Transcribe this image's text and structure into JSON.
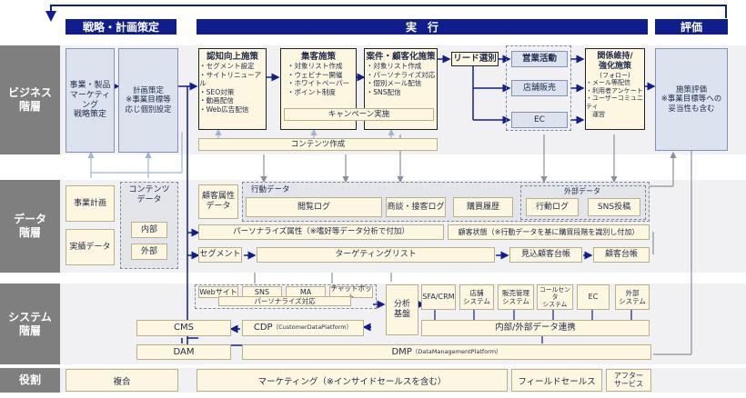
{
  "phases": {
    "strategy": "戦略・計画策定",
    "execution": "実　行",
    "evaluation": "評価"
  },
  "layers": {
    "business": "ビジネス\n階層",
    "data": "データ\n階層",
    "system": "システム\n階層",
    "role": "役割"
  },
  "business": {
    "strategy_box": "事業・製品\nマーケティング\n戦略策定",
    "plan_box": "計画策定\n※事業目標等\n応じ個別設定",
    "awareness": {
      "title": "認知向上施策",
      "items": [
        "・セグメント設定",
        "・サイトリニューアル",
        "・SEO対策",
        "・動画配信",
        "・Web広告配信"
      ]
    },
    "acquisition": {
      "title": "集客施策",
      "items": [
        "・対象リスト作成",
        "・ウェビナー開催",
        "・ホワイトペーパー",
        "・ポイント制度"
      ]
    },
    "individual": {
      "title": "案件・顧客化施策",
      "items": [
        "・対象リスト作成",
        "・パーソナライズ対応",
        "・個別メール配信",
        "・SNS配信"
      ]
    },
    "campaign": "キャンペーン実施",
    "lead": "リード選別",
    "sales_activity": "営業活動",
    "store_sales": "店舗販売",
    "ec": "EC",
    "retention": {
      "title": "関係維持/\n強化施策",
      "sub": "(フォロー)",
      "items": [
        "・メール等配信",
        "・利用者アンケート",
        "・ユーザーコミュニティ\n　運営"
      ]
    },
    "evaluation_box": "施策評価\n※事業目標等への\n妥当性も含む",
    "content_creation": "コンテンツ作成"
  },
  "data": {
    "business_plan": "事業計画",
    "actual_data": "実績データ",
    "content_data": "コンテンツ\nデータ",
    "internal": "内部",
    "external": "外部",
    "customer_attr": "顧客属性\nデータ",
    "behavior_data": "行動データ",
    "browse_log": "閲覧ログ",
    "negotiation_log": "商談・接客ログ",
    "purchase_history": "購買履歴",
    "external_data": "外部データ",
    "action_log": "行動ログ",
    "sns_post": "SNS投稿",
    "personalize_attr": "パーソナライズ属性（※嗜好等データ分析で付加）",
    "customer_state": "顧客状態（※行動データを基に購買段階を識別し付加）",
    "segment": "セグメント",
    "target_list": "ターゲティングリスト",
    "prospect_ledger": "見込顧客台帳",
    "customer_ledger": "顧客台帳"
  },
  "system": {
    "website": "Webサイト",
    "sns": "SNS",
    "ma": "MA",
    "chatbot": "チャットボット",
    "personalize": "パーソナライズ対応",
    "analysis": "分析\n基盤",
    "sfa": "SFA/CRM",
    "store_system": "店舗\nシステム",
    "sales_mgmt": "販売管理\nシステム",
    "callcenter": "コールセンタ\nシステム",
    "ec": "EC",
    "external_system": "外部\nシステム",
    "cms": "CMS",
    "cdp": "CDP",
    "cdp_full": "（CustomerDataPlatform）",
    "dam": "DAM",
    "dmp": "DMP",
    "dmp_full": "（DataManagementPlatform）",
    "integration": "内部/外部データ連携"
  },
  "roles": {
    "combined": "複合",
    "marketing": "マーケティング（※インサイドセールスを含む）",
    "field_sales": "フィールドセールス",
    "after_service": "アフター\nサービス"
  },
  "colors": {
    "navy": "#0f1e8c",
    "layer_gray": "#7f7f80",
    "cream": "#fdf7e1",
    "blue_box": "#dce3ef",
    "band": "#f1f1f3"
  }
}
